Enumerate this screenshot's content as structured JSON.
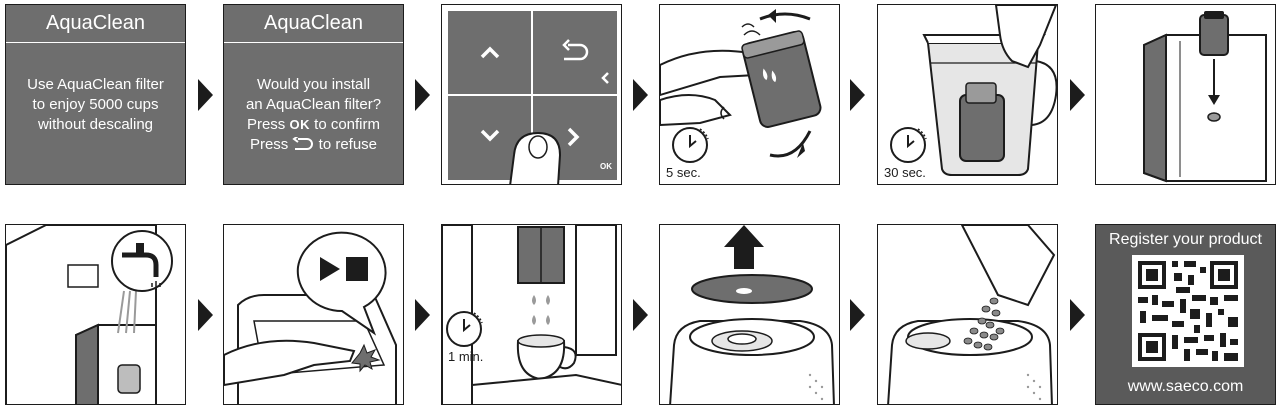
{
  "screen1": {
    "title": "AquaClean",
    "lines": [
      "Use AquaClean filter",
      "to enjoy 5000 cups",
      "without descaling"
    ]
  },
  "screen2": {
    "title": "AquaClean",
    "line1": "Would you install",
    "line2": "an AquaClean filter?",
    "confirm_pre": "Press",
    "confirm_ok": "OK",
    "confirm_post": "to confirm",
    "refuse_pre": "Press",
    "refuse_post": "to refuse"
  },
  "panel3": {
    "ok_label": "OK"
  },
  "panel4": {
    "timer": "5 sec."
  },
  "panel5": {
    "timer": "30 sec."
  },
  "panel9": {
    "timer": "1 min."
  },
  "panel12": {
    "title": "Register your product",
    "url": "www.saeco.com"
  },
  "colors": {
    "screen_gray": "#6e6e6e",
    "ink": "#1c1c1c",
    "filter_gray": "#7a7a7a",
    "light_gray": "#bdbdbd"
  },
  "icons": [
    "arrow-up-icon",
    "back-icon",
    "chevron-left-icon",
    "arrow-down-icon",
    "arrow-right-icon",
    "timer-icon",
    "tap-water-icon",
    "play-stop-icon",
    "arrow-up-large-icon",
    "qr-code"
  ]
}
